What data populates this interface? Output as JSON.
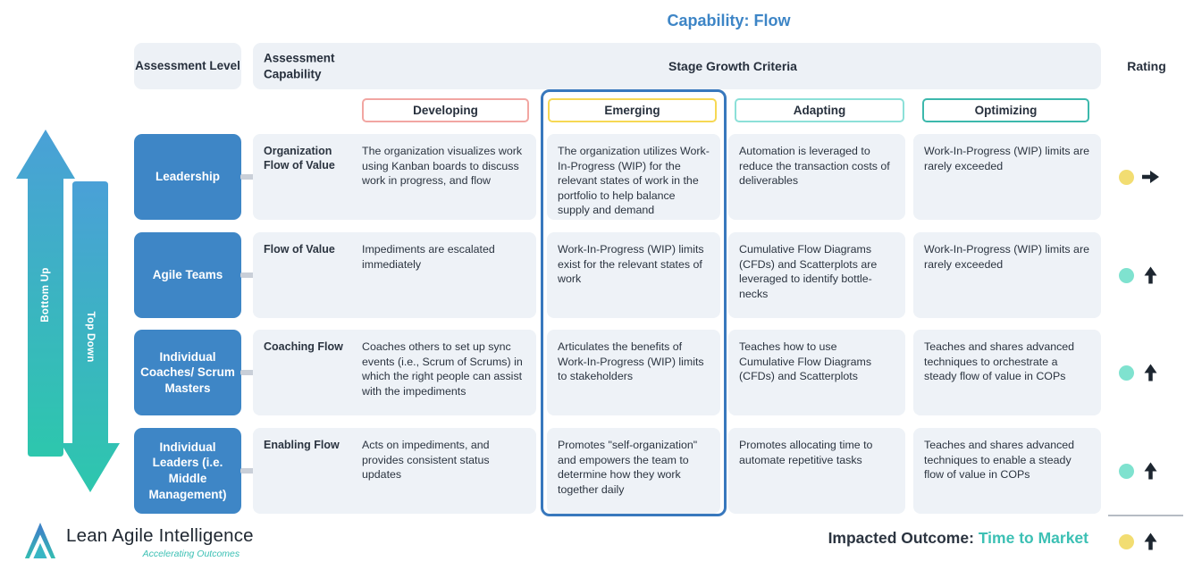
{
  "title": "Capability: Flow",
  "header": {
    "assessment_level": "Assessment Level",
    "assessment_capability": "Assessment Capability",
    "stage_growth_criteria": "Stage Growth Criteria",
    "rating": "Rating"
  },
  "stages": [
    {
      "label": "Developing",
      "border_color": "#f2a6a2"
    },
    {
      "label": "Emerging",
      "border_color": "#f6d854",
      "highlighted": true
    },
    {
      "label": "Adapting",
      "border_color": "#8ce0d8"
    },
    {
      "label": "Optimizing",
      "border_color": "#3cb8ac"
    }
  ],
  "side_arrows": [
    {
      "label": "Bottom Up",
      "direction": "up"
    },
    {
      "label": "Top Down",
      "direction": "down"
    }
  ],
  "rows": [
    {
      "level": "Leadership",
      "capability": "Organization Flow of Value",
      "developing": "The organization visualizes work using Kanban boards to discuss work in progress, and flow",
      "emerging": "The organization utilizes Work-In-Progress (WIP) for the relevant states of work in the portfolio to help balance supply and demand",
      "adapting": "Automation is leveraged to reduce the transaction costs of deliverables",
      "optimizing": "Work-In-Progress (WIP)  limits are rarely exceeded",
      "rating": {
        "dot_color": "#f2dd72",
        "arrow": "right"
      }
    },
    {
      "level": "Agile Teams",
      "capability": "Flow of Value",
      "developing": "Impediments are escalated immediately",
      "emerging": "Work-In-Progress (WIP) limits exist for the relevant states of work",
      "adapting": "Cumulative Flow Diagrams (CFDs) and Scatterplots are leveraged to identify bottle-necks",
      "optimizing": "Work-In-Progress (WIP)  limits are rarely exceeded",
      "rating": {
        "dot_color": "#7fe2cf",
        "arrow": "up"
      }
    },
    {
      "level": "Individual Coaches/ Scrum Masters",
      "capability": "Coaching Flow",
      "developing": "Coaches others to set up sync events (i.e., Scrum of Scrums) in which the right people can assist with the impediments",
      "emerging": "Articulates the benefits of Work-In-Progress (WIP) limits to stakeholders",
      "adapting": "Teaches how to use Cumulative Flow Diagrams (CFDs) and Scatterplots",
      "optimizing": "Teaches and shares advanced techniques to orchestrate a steady flow of value in COPs",
      "rating": {
        "dot_color": "#7fe2cf",
        "arrow": "up"
      }
    },
    {
      "level": "Individual Leaders (i.e. Middle Management)",
      "capability": "Enabling Flow",
      "developing": "Acts on impediments, and provides consistent status updates",
      "emerging": "Promotes \"self-organization\" and empowers the team to determine how they work together daily",
      "adapting": "Promotes allocating time to automate repetitive tasks",
      "optimizing": "Teaches and shares advanced techniques to enable a steady flow of value in COPs",
      "rating": {
        "dot_color": "#7fe2cf",
        "arrow": "up"
      }
    }
  ],
  "footer": {
    "impacted_outcome_label": "Impacted Outcome:",
    "impacted_outcome_value": "Time to Market",
    "rating": {
      "dot_color": "#f2dd72",
      "arrow": "up"
    },
    "logo_text": "Lean Agile Intelligence",
    "logo_tagline": "Accelerating Outcomes"
  },
  "colors": {
    "title_blue": "#3d85c6",
    "level_box_blue": "#3e86c6",
    "panel_bg": "#eef2f7",
    "header_bg": "#edf1f6",
    "emerging_column_border": "#3878bd",
    "arrow_gradient_top": "#4aa0d7",
    "arrow_gradient_bottom": "#2dc7ad",
    "teal_accent": "#3cc0b4",
    "rating_arrow": "#1d2630"
  }
}
